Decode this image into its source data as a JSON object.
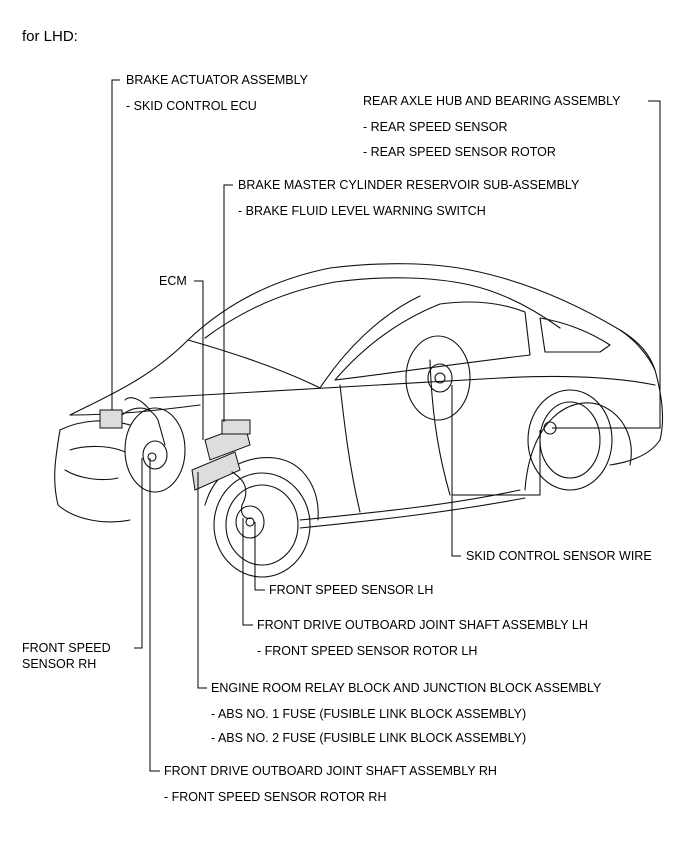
{
  "header": "for LHD:",
  "labels": {
    "brake_actuator": "BRAKE ACTUATOR ASSEMBLY",
    "skid_ecu": "- SKID CONTROL ECU",
    "rear_axle": "REAR AXLE HUB AND BEARING ASSEMBLY",
    "rear_sensor": "- REAR SPEED SENSOR",
    "rear_rotor": "- REAR SPEED SENSOR ROTOR",
    "master_cyl": "BRAKE MASTER CYLINDER RESERVOIR SUB-ASSEMBLY",
    "fluid_switch": "- BRAKE FLUID LEVEL WARNING SWITCH",
    "ecm": "ECM",
    "skid_wire": "SKID CONTROL SENSOR WIRE",
    "front_lh": "FRONT SPEED SENSOR LH",
    "shaft_lh": "FRONT DRIVE OUTBOARD JOINT SHAFT ASSEMBLY LH",
    "rotor_lh": "- FRONT SPEED SENSOR ROTOR LH",
    "front_rh_1": "FRONT SPEED",
    "front_rh_2": "SENSOR RH",
    "relay_block": "ENGINE ROOM RELAY BLOCK AND JUNCTION BLOCK ASSEMBLY",
    "fuse1": "- ABS NO. 1 FUSE (FUSIBLE LINK BLOCK ASSEMBLY)",
    "fuse2": "- ABS NO. 2 FUSE (FUSIBLE LINK BLOCK ASSEMBLY)",
    "shaft_rh": "FRONT DRIVE OUTBOARD JOINT SHAFT ASSEMBLY RH",
    "rotor_rh": "- FRONT SPEED SENSOR ROTOR RH"
  }
}
